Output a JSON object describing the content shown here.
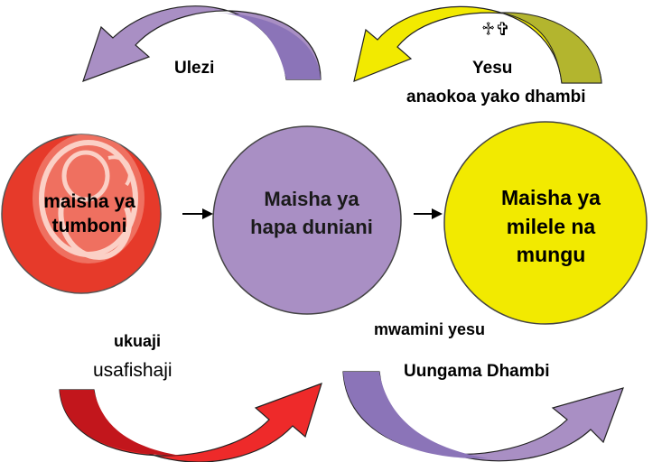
{
  "colors": {
    "red_dark": "#c2161c",
    "red_light": "#ee2a2a",
    "purple_dark": "#8b74b8",
    "purple_mid": "#a98fc4",
    "purple_light": "#b79fd3",
    "yellow": "#f2ea00",
    "olive": "#b3b52e",
    "stroke": "#222222"
  },
  "stages": [
    {
      "text": "maisha ya\ntumboni",
      "image": "fetus-in-womb"
    },
    {
      "text": "Maisha ya\nhapa duniani"
    },
    {
      "text": "Maisha ya\nmilele na\nmungu"
    }
  ],
  "top_left_arrow": {
    "label": "Ulezi"
  },
  "top_right_arrow": {
    "label": "Yesu",
    "sublabel": "anaokoa yako dhambi",
    "symbol": "♱✞"
  },
  "bottom_left_arrow": {
    "label": "ukuaji",
    "sublabel": "usafishaji"
  },
  "bottom_right_arrow": {
    "label": "mwamini yesu",
    "sublabel": "Uungama Dhambi"
  }
}
